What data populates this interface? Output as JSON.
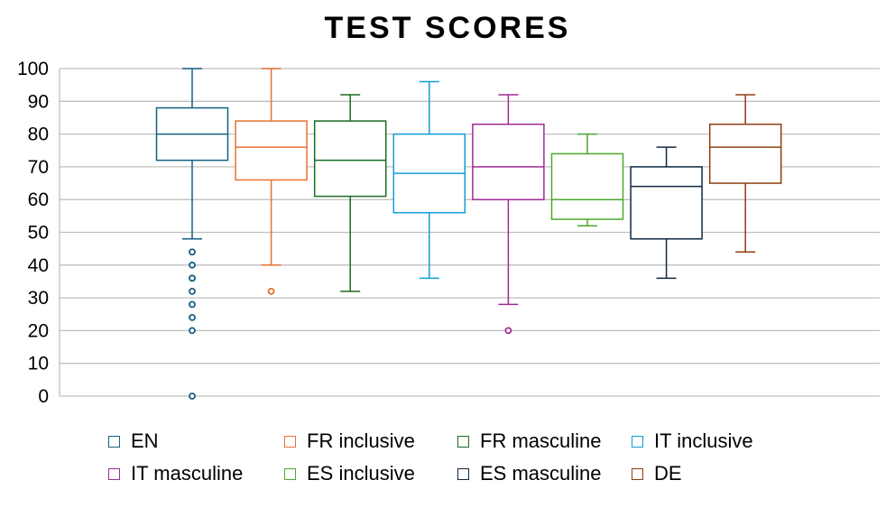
{
  "chart_data": {
    "type": "boxplot",
    "title": "TEST SCORES",
    "xlabel": "",
    "ylabel": "",
    "ylim": [
      0,
      100
    ],
    "yticks": [
      "0",
      "10",
      "20",
      "30",
      "40",
      "50",
      "60",
      "70",
      "80",
      "90",
      "100"
    ],
    "grid": true,
    "legend_position": "bottom",
    "series": [
      {
        "name": "EN",
        "color": "#156082",
        "min": 48,
        "q1": 72,
        "median": 80,
        "q3": 88,
        "max": 100,
        "outliers": [
          44,
          40,
          36,
          32,
          28,
          24,
          20,
          0
        ]
      },
      {
        "name": "FR inclusive",
        "color": "#e97132",
        "min": 40,
        "q1": 66,
        "median": 76,
        "q3": 84,
        "max": 100,
        "outliers": [
          32
        ]
      },
      {
        "name": "FR masculine",
        "color": "#196b24",
        "min": 32,
        "q1": 61,
        "median": 72,
        "q3": 84,
        "max": 92,
        "outliers": []
      },
      {
        "name": "IT inclusive",
        "color": "#0f9ed5",
        "min": 36,
        "q1": 56,
        "median": 68,
        "q3": 80,
        "max": 96,
        "outliers": []
      },
      {
        "name": "IT masculine",
        "color": "#a02b93",
        "min": 28,
        "q1": 60,
        "median": 70,
        "q3": 83,
        "max": 92,
        "outliers": [
          20
        ]
      },
      {
        "name": "ES inclusive",
        "color": "#4ea72e",
        "min": 52,
        "q1": 54,
        "median": 60,
        "q3": 74,
        "max": 80,
        "outliers": []
      },
      {
        "name": "ES masculine",
        "color": "#0e2841",
        "min": 36,
        "q1": 48,
        "median": 64,
        "q3": 70,
        "max": 76,
        "outliers": []
      },
      {
        "name": "DE",
        "color": "#8f3e10",
        "min": 44,
        "q1": 65,
        "median": 76,
        "q3": 83,
        "max": 92,
        "outliers": []
      }
    ]
  }
}
